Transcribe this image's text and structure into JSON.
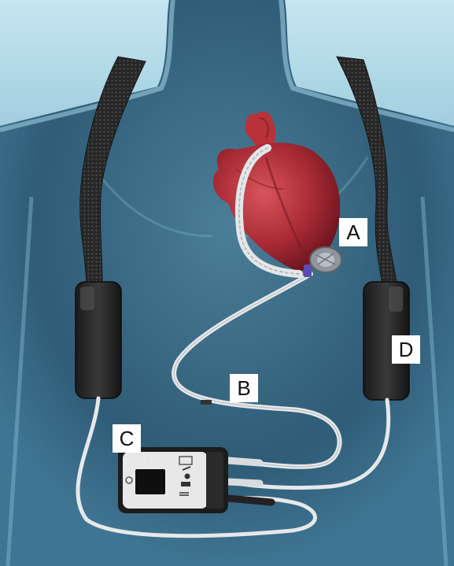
{
  "colors": {
    "background_light": "#bfe2ee",
    "background_dark": "#27506a",
    "body_glow": "#8cc6dc",
    "heart": "#b8323a",
    "cable": "#e6e8ea",
    "strap": "#2a2a2a",
    "controller_body": "#1c1c1c",
    "label_bg": "#ffffff"
  },
  "labels": {
    "a": "A",
    "b": "B",
    "c": "C",
    "d": "D"
  },
  "icons": {
    "heart": "heart-illustration",
    "pump": "lvad-pump",
    "driveline": "driveline-cable",
    "controller": "system-controller",
    "battery_left": "battery-pack",
    "battery_right": "battery-pack",
    "strap_left": "shoulder-strap",
    "strap_right": "shoulder-strap"
  }
}
